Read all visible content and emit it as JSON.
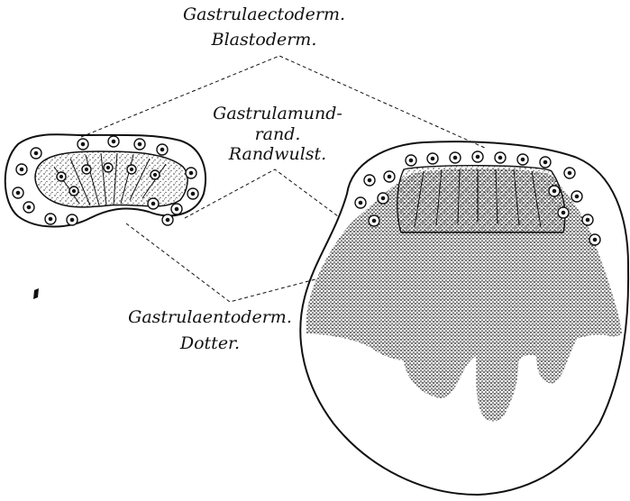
{
  "labels": {
    "ectoderm": "Gastrulaectoderm.",
    "blastoderm": "Blastoderm.",
    "mund": "Gastrulamund-",
    "rand": "rand.",
    "randwulst": "Randwulst.",
    "entoderm": "Gastrulaentoderm.",
    "dotter": "Dotter."
  },
  "colors": {
    "ink": "#111111",
    "paper": "#ffffff"
  }
}
